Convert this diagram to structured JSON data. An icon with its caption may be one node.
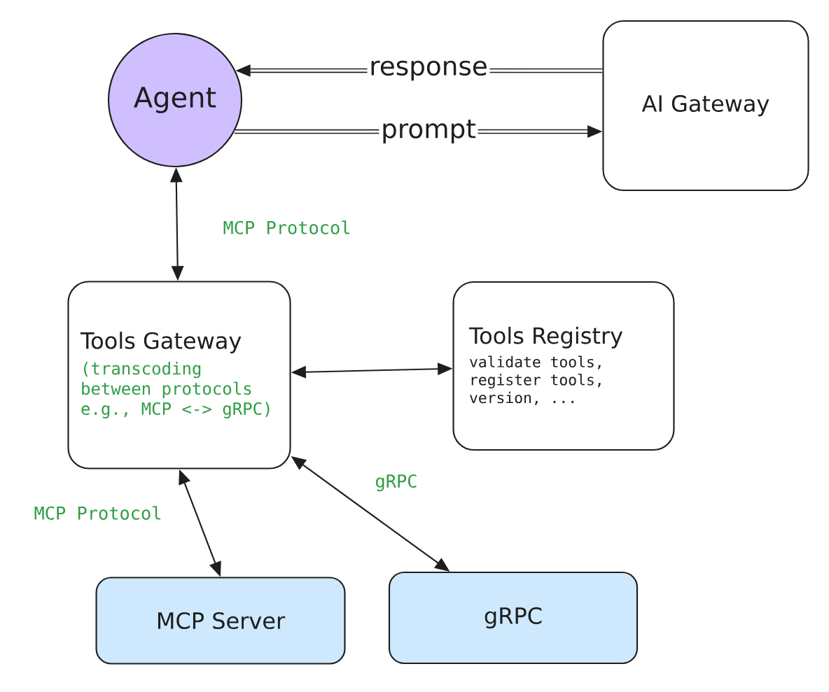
{
  "diagram": {
    "nodes": [
      {
        "text": [
          "Agent"
        ]
      },
      {
        "text": [
          "AI Gateway"
        ]
      },
      {
        "text": [
          "Tools Gateway",
          "(transcoding between protocols e.g., MCP <-> gRPC)"
        ]
      },
      {
        "text": [
          "Tools Registry",
          "validate tools, register tools, version, ..."
        ]
      },
      {
        "text": [
          "MCP Server"
        ]
      },
      {
        "text": [
          "gRPC"
        ]
      }
    ],
    "edges": [
      {
        "from": 1,
        "to": 0,
        "arrow": "to",
        "label": "response",
        "style": "thick"
      },
      {
        "from": 0,
        "to": 1,
        "arrow": "to",
        "label": "prompt",
        "style": "thick"
      },
      {
        "from": 0,
        "to": 2,
        "arrow": "both",
        "label": "MCP Protocol"
      },
      {
        "from": 2,
        "to": 3,
        "arrow": "both"
      },
      {
        "from": 2,
        "to": 4,
        "arrow": "both",
        "label": "MCP Protocol"
      },
      {
        "from": 2,
        "to": 5,
        "arrow": "both",
        "label": "gRPC"
      }
    ]
  }
}
